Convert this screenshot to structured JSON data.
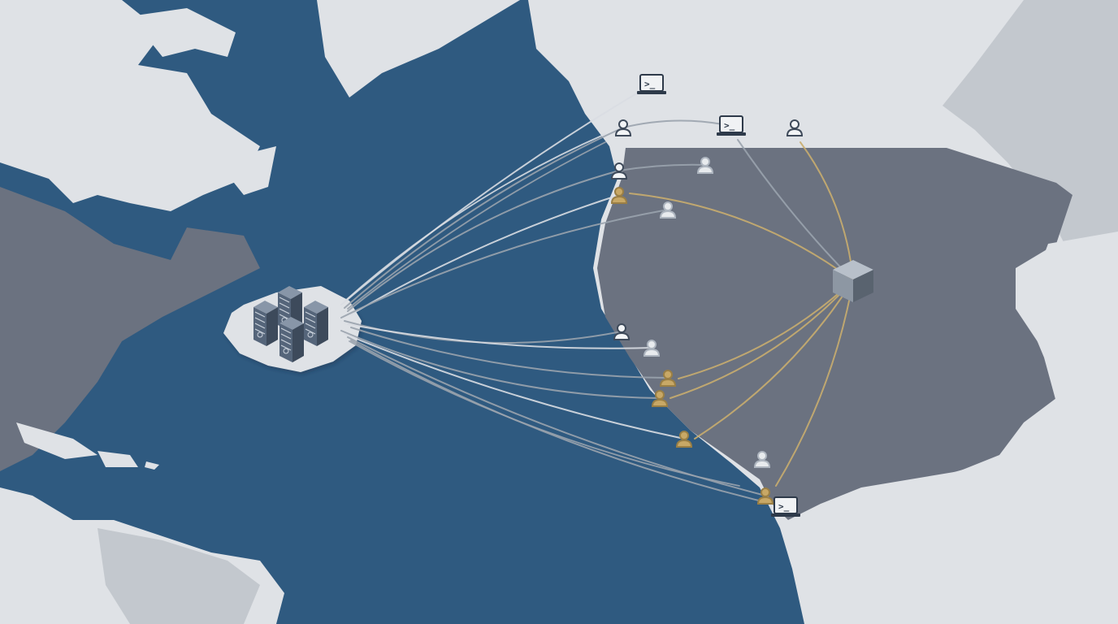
{
  "theme": {
    "ocean": "#2f5a80",
    "land_light": "#dfe2e6",
    "land_mid": "#c3c8ce",
    "land_dark": "#6b7280",
    "route_white": "#d9dde2",
    "route_grey": "#9aa3ad",
    "route_gold": "#c9ad6e",
    "user_gold": "#c8a866",
    "user_light": "#e8ebee",
    "user_dark_outline": "#3e4a5a",
    "terminal_fill": "#f0f2f4",
    "server_body": "#55657a"
  },
  "hub": {
    "name": "offshore-server-cluster",
    "icon": "server-rack-icon",
    "rack_count": 4
  },
  "relay": {
    "name": "relay-node",
    "icon": "cube-icon"
  },
  "terminal_prompt": ">_",
  "endpoints": [
    {
      "id": "terminal-north",
      "type": "terminal"
    },
    {
      "id": "user-north-1",
      "type": "user",
      "tone": "dark"
    },
    {
      "id": "terminal-north-2",
      "type": "terminal"
    },
    {
      "id": "user-north-2",
      "type": "user",
      "tone": "dark"
    },
    {
      "id": "user-coast-1",
      "type": "user",
      "tone": "dark"
    },
    {
      "id": "user-inland-1",
      "type": "user",
      "tone": "light"
    },
    {
      "id": "user-coast-2",
      "type": "user",
      "tone": "gold"
    },
    {
      "id": "user-inland-2",
      "type": "user",
      "tone": "light"
    },
    {
      "id": "user-coast-3",
      "type": "user",
      "tone": "dark"
    },
    {
      "id": "user-coast-4",
      "type": "user",
      "tone": "light"
    },
    {
      "id": "user-coast-5",
      "type": "user",
      "tone": "gold"
    },
    {
      "id": "user-coast-6",
      "type": "user",
      "tone": "gold"
    },
    {
      "id": "user-coast-7",
      "type": "user",
      "tone": "gold"
    },
    {
      "id": "user-south-1",
      "type": "user",
      "tone": "light"
    },
    {
      "id": "user-south-2",
      "type": "user",
      "tone": "gold"
    },
    {
      "id": "terminal-south",
      "type": "terminal"
    }
  ]
}
